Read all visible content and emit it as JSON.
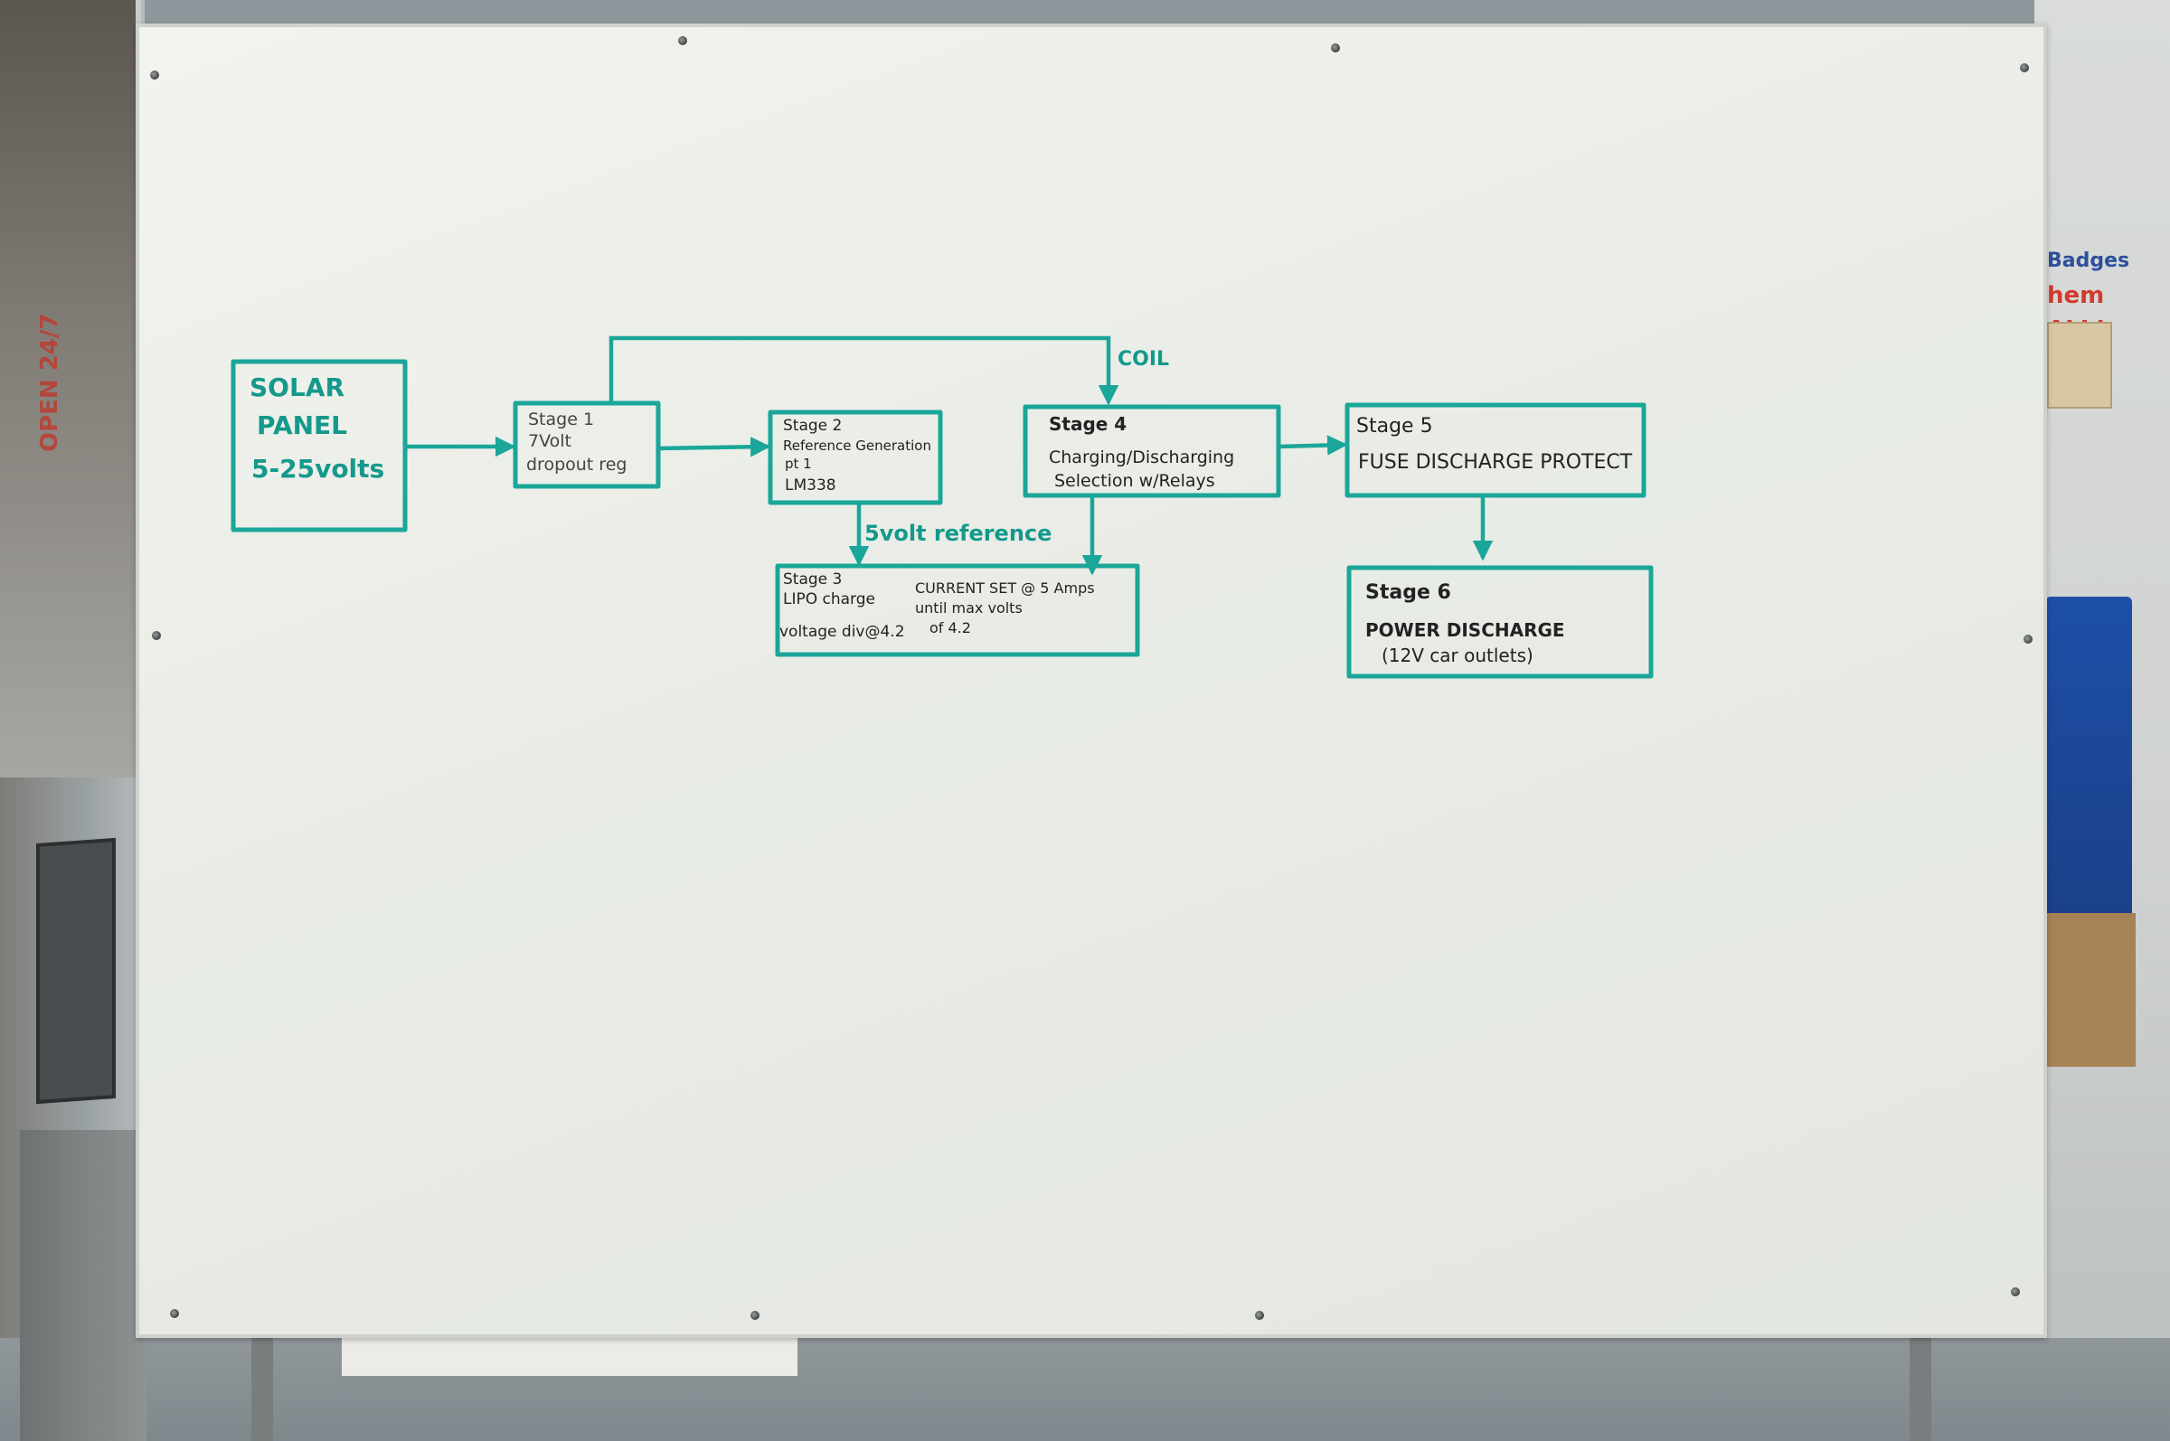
{
  "background": {
    "window_sign": "OPEN 24/7",
    "wall_sign_line1": "Badges",
    "wall_sign_line2": "hem ALL!"
  },
  "diagram": {
    "solar_panel": {
      "line1": "SOLAR",
      "line2": "PANEL",
      "line3": "5-25volts"
    },
    "stage1": {
      "line1": "Stage 1",
      "line2": "7Volt",
      "line3": "dropout reg"
    },
    "stage2": {
      "line1": "Stage 2",
      "line2": "Reference Generation",
      "line3": "pt 1",
      "line4": "LM338"
    },
    "stage3": {
      "line1": "Stage 3",
      "line2": "LIPO charge",
      "line3": "voltage div@4.2",
      "note1": "CURRENT SET @ 5 Amps",
      "note2": "until max volts",
      "note3": "of 4.2"
    },
    "stage4": {
      "line1": "Stage 4",
      "line2": "Charging/Discharging",
      "line3": "Selection  w/Relays"
    },
    "stage5": {
      "line1": "Stage 5",
      "line2": "FUSE DISCHARGE PROTECT"
    },
    "stage6": {
      "line1": "Stage 6",
      "line2": "POWER DISCHARGE",
      "line3": "(12V car outlets)"
    },
    "label_coil": "COIL",
    "label_ref": "5volt reference"
  },
  "colors": {
    "marker": "#1aa699",
    "ink": "#222222",
    "board": "#eceee8"
  }
}
